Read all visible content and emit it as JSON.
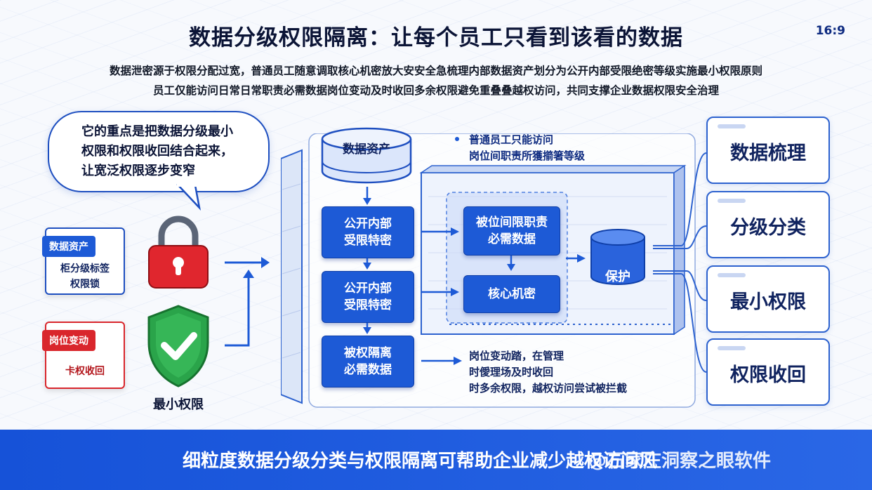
{
  "header": {
    "title": "数据分级权限隔离：让每个员工只看到该看的数据",
    "aspect": "16:9",
    "subtitle_lines": [
      "数据泄密源于权限分配过宽，普通员工随意调取核心机密放大安安全急梳理内部数据资产划分为公开内部受限绝密等级实施最小权限原则",
      "员工仅能访问日常日常职责必需数据岗位变动及时收回多余权限避免重叠叠越权访问，共同支撑企业数据权限安全治理"
    ]
  },
  "bubble": {
    "lines": [
      "它的重点是把数据分级最小",
      "权限和权限收回结合起来，",
      "让宽泛权限逐步变窄"
    ]
  },
  "left_docs": {
    "blue": {
      "tag": "数据资产",
      "lines": [
        "柜分级标签",
        "权限锁"
      ]
    },
    "red": {
      "tag": "岗位变动",
      "lines": [
        "卡权收回"
      ]
    }
  },
  "shield_caption": "最小权限",
  "icons": {
    "lock": "padlock-icon",
    "shield": "shield-check-icon",
    "blue_doc": "document-icon",
    "red_doc": "document-icon"
  },
  "flow": {
    "asset_cylinder": "数据资产",
    "nodes": [
      "公开内部\n受限特密",
      "公开内部\n受限特密",
      "被权隔离\n必需数据"
    ],
    "inner_nodes": [
      "被位间限职责\n必需数据",
      "核心机密"
    ],
    "protect": "保护",
    "top_note": [
      "普通员工只能访问",
      "岗位间职责所獲擶箸等级"
    ],
    "bottom_note": [
      "岗位变动踏，在管理",
      "时僾理场及时收回",
      "时多余权限，越权访问尝试被拦截"
    ]
  },
  "right_cards": [
    "数据梳理",
    "分级分类",
    "最小权限",
    "权限收回"
  ],
  "footer": {
    "text": "细粒度数据分级分类与权限隔离可帮助企业减少越权访问风",
    "watermark": "@石家庄洞察之眼软件"
  },
  "colors": {
    "primary": "#1d5ad6",
    "danger": "#d9262c",
    "success": "#2aa44a",
    "footer": "#1652d8"
  }
}
